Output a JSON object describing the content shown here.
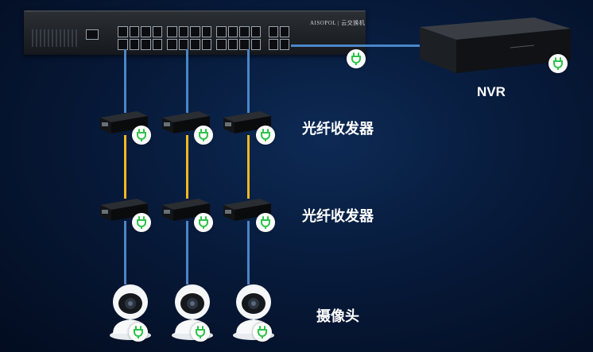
{
  "switch": {
    "brand": "AISOPOL | 云交换机"
  },
  "labels": {
    "nvr": "NVR",
    "transceiver_top": "光纤收发器",
    "transceiver_bottom": "光纤收发器",
    "camera": "摄像头"
  },
  "icons": {
    "power": "power-plug-icon"
  },
  "colors": {
    "ethernet_line": "#4a86c8",
    "fiber_line": "#f5b820",
    "power_badge": "#2ec24a",
    "background": "#071a3a"
  }
}
